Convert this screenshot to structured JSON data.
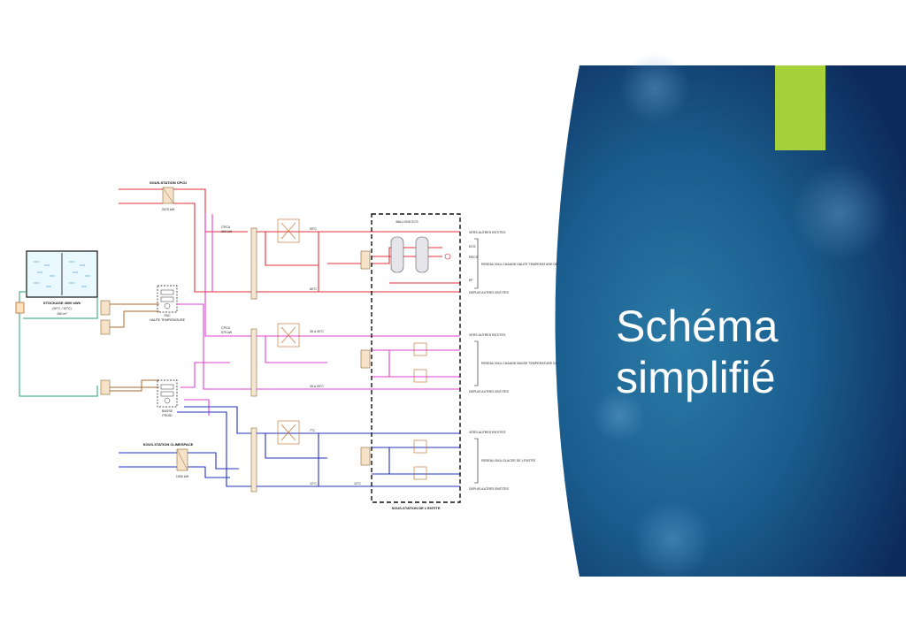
{
  "slide": {
    "title_line1": "Schéma",
    "title_line2": "simplifié",
    "colors": {
      "panel_dark": "#0c2a5a",
      "panel_mid": "#1a5d8e",
      "panel_light": "#2a7aa6",
      "accent": "#a7d13a",
      "hot_line": "#e0303a",
      "mid_line": "#e040d0",
      "cold_line": "#2030c0",
      "return_line": "#2aa070",
      "brown_line": "#a86a2a"
    }
  },
  "diagram": {
    "sub_cpcu": "SOUS-STATION CPCU",
    "sub_cpcu_power": "3375 kW",
    "storage_title": "STOCKAGE 4000 kWh",
    "storage_temp": "(90°C / 20°C)",
    "storage_volume": "250 m³",
    "pac_ht_label": "PAC",
    "pac_ht_sub": "HAUTE TEMPERATURE",
    "pac_bf_label": "BASSE",
    "pac_bf_sub": "FROID",
    "cpcu_hot": "CPCU",
    "cpcu_hot_kw": "909 kW",
    "cpcu_low": "CPCU",
    "cpcu_low_kw": "579 kW",
    "t_90": "90°C",
    "t_60": "60°C",
    "t_60b": "60°C",
    "t_35": "35 à 30°C",
    "t_25": "35 à 25°C",
    "t_7": "7°C",
    "t_12": "12°C",
    "t_12b": "12°C",
    "vers_autres_1": "VERS AUTRES ENTITES",
    "vers_autres_2": "VERS AUTRES ENTITES",
    "vers_autres_3": "VERS AUTRES ENTITES",
    "depuis_autres_1": "DEPUIS AUTRES ENTITES",
    "depuis_autres_2": "DEPUIS AUTRES ENTITES",
    "depuis_autres_3": "DEPUIS AUTRES ENTITES",
    "ecs": "ECS",
    "recs": "RECS",
    "ef": "EF",
    "reseau_ht": "RESEAU EAU CHAUDE HAUTE TEMPERATURE DE L'ENTITE",
    "reseau_bt": "RESEAU EAU CHAUDE BASSE TEMPERATURE DE L'ENTITE",
    "reseau_glacee": "RESEAU EAU GLACEE DE L'ENTITE",
    "sub_climespace": "SOUS-STATION CLIMESPACE",
    "sub_climespace_power": "1000 kW",
    "sub_entite": "SOUS-STATION DE L'ENTITE",
    "ballon_label": "BALLONS ECS"
  }
}
